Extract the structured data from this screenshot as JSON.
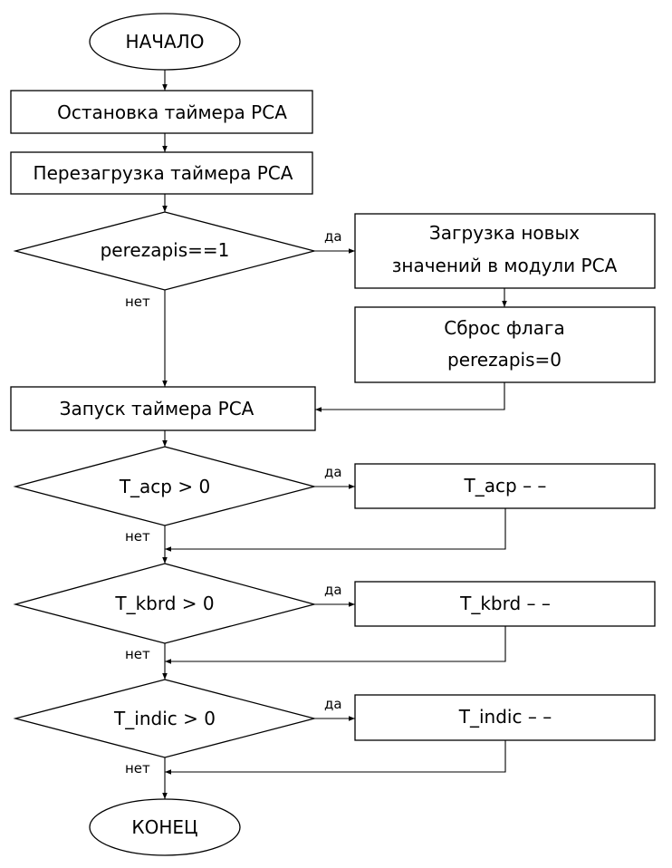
{
  "start": "НАЧАЛО",
  "end": "КОНЕЦ",
  "yes_label": "да",
  "no_label": "нет",
  "steps": {
    "stop_timer": "Остановка таймера PCA",
    "reload_timer": "Перезагрузка таймера PCA",
    "load_values": [
      "Загрузка новых",
      "значений в модули PCA"
    ],
    "reset_flag": [
      "Сброс флага",
      "perezapis=0"
    ],
    "start_timer": "Запуск таймера PCA",
    "dec_acp": "T_acp – –",
    "dec_kbrd": "T_kbrd – –",
    "dec_indic": "T_indic – –"
  },
  "decisions": {
    "perezapis": "perezapis==1",
    "acp": "T_acp > 0",
    "kbrd": "T_kbrd > 0",
    "indic": "T_indic > 0"
  },
  "colors": {
    "stroke": "#000000",
    "background": "#ffffff"
  }
}
